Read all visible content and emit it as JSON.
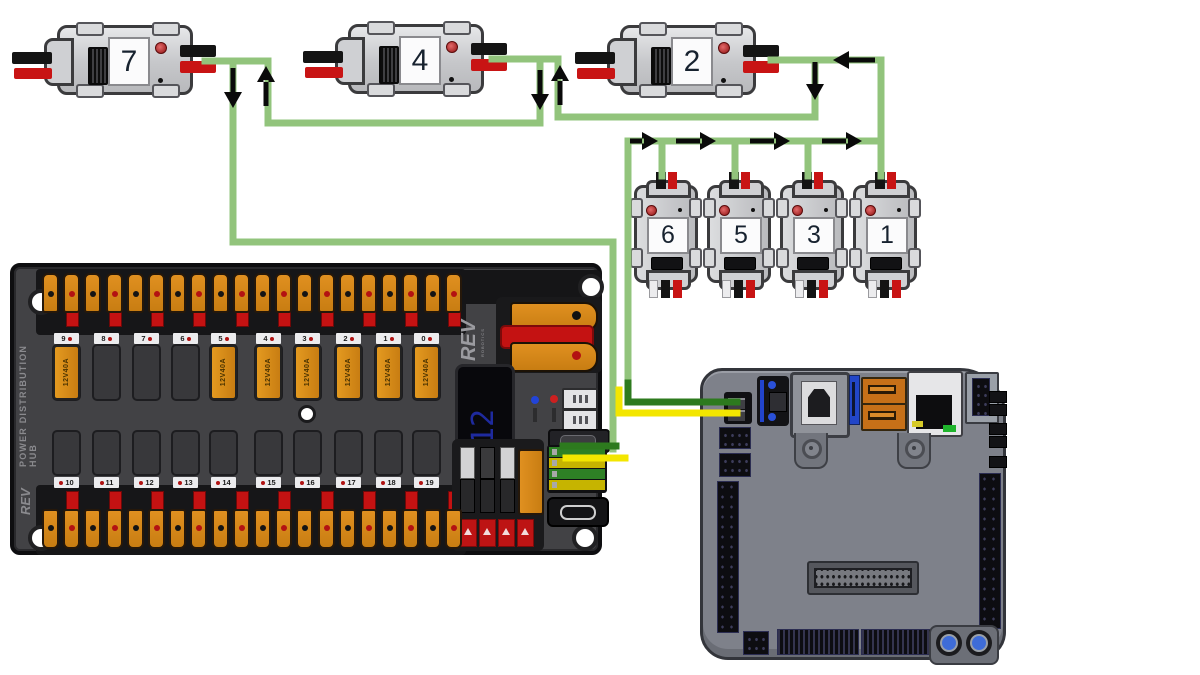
{
  "wire_colors": {
    "can_bus_light_green": "#92c47c",
    "can_low_dark_green": "#2d7a1e",
    "can_high_yellow": "#f3e600",
    "arrow_black": "#0a0a0a"
  },
  "devices": {
    "horizontal": [
      {
        "label": "7"
      },
      {
        "label": "4"
      },
      {
        "label": "2"
      }
    ],
    "vertical": [
      {
        "label": "6"
      },
      {
        "label": "5"
      },
      {
        "label": "3"
      },
      {
        "label": "1"
      }
    ]
  },
  "pdh": {
    "brand": "REV",
    "brand_sub": "ROBOTICS",
    "side_label": "POWER DISTRIBUTION HUB",
    "fuse_label": "12V40A",
    "display_value": "12",
    "top_channels": [
      "9",
      "8",
      "7",
      "6",
      "5",
      "4",
      "3",
      "2",
      "1",
      "0"
    ],
    "bottom_channels": [
      "10",
      "11",
      "12",
      "13",
      "14",
      "15",
      "16",
      "17",
      "18",
      "19"
    ],
    "top_fuses_installed": [
      true,
      false,
      false,
      false,
      true,
      true,
      true,
      true,
      true,
      true
    ]
  }
}
